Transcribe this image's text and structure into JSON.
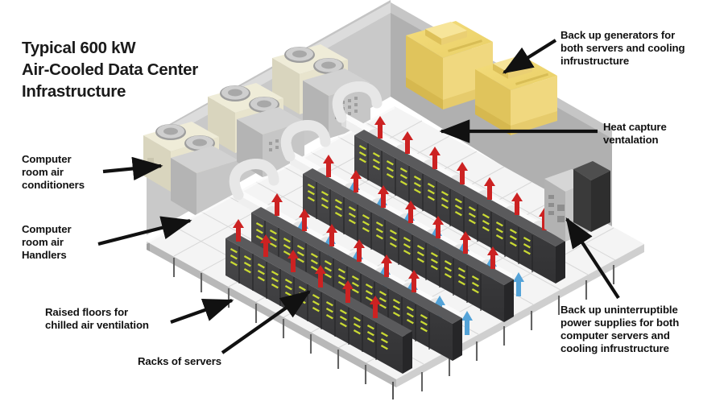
{
  "title": {
    "line1": "Typical 600 kW",
    "line2": "Air-Cooled Data Center",
    "line3": "Infrastructure",
    "full": "Typical 600 kW\nAir-Cooled Data Center\nInfrastructure"
  },
  "labels": {
    "computer_room_air_conditioners": "Computer\nroom air\nconditioners",
    "computer_room_air_handlers": "Computer\nroom air\nHandlers",
    "raised_floors": "Raised floors for\nchilled air ventilation",
    "racks_of_servers": "Racks of servers",
    "back_up_generators": "Back up generators for\nboth servers and cooling\ninfrustructure",
    "heat_capture": "Heat capture\nventalation",
    "back_up_ups": "Back up uninterruptible\npower supplies for both\ncomputer servers and\ncooling infrustructure"
  },
  "icons": {
    "arrow_crac": "arrow-right-icon",
    "arrow_crah": "arrow-right-icon",
    "arrow_floor": "arrow-up-right-icon",
    "arrow_racks": "arrow-up-right-icon",
    "arrow_gen": "arrow-down-left-icon",
    "arrow_heat": "arrow-left-icon",
    "arrow_ups": "arrow-up-left-icon",
    "hot_air": "red-up-arrow-icon",
    "cold_air": "blue-up-arrow-icon",
    "fan": "circular-fan-grille-icon"
  },
  "colors": {
    "background": "#ffffff",
    "text": "#111111",
    "hot_air_arrow": "#cc2222",
    "cold_air_arrow": "#54a3d8",
    "generator_yellow": "#efd56a",
    "crac_beige": "#e9e5cf",
    "wall_gray": "#b9b9b9",
    "floor_tile": "#f3f3f3",
    "floor_edge": "#a9a9a9",
    "rack_dark": "#3a3a3c",
    "rack_led": "#c9d933",
    "duct_white": "#f2f2f2",
    "ups_gray": "#9a9a9a",
    "leader_line": "#111111"
  },
  "scene": {
    "rack_rows": 4,
    "racks_per_row": 14,
    "crac_units": 3,
    "generators": 2,
    "ups_cabinets": 2,
    "duct_runs": 3
  }
}
